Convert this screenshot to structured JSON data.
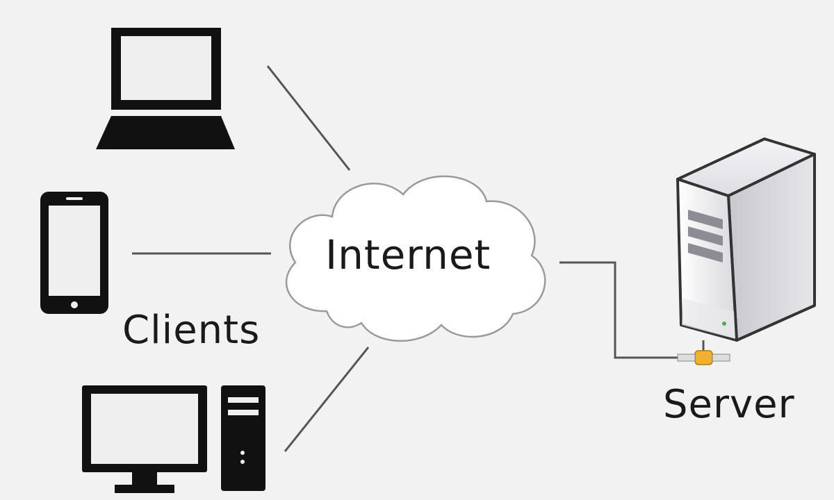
{
  "labels": {
    "internet": "Internet",
    "clients": "Clients",
    "server": "Server"
  },
  "icons": {
    "laptop": "laptop-icon",
    "tablet": "tablet-icon",
    "desktop": "desktop-computer-icon",
    "cloud": "cloud-icon",
    "server": "server-tower-icon",
    "connector": "network-connector-icon"
  },
  "colors": {
    "background": "#f2f2f2",
    "device": "#111111",
    "line": "#555555",
    "cloud_fill": "#ffffff",
    "cloud_stroke": "#9a9a9a",
    "connector": "#f0b030"
  }
}
